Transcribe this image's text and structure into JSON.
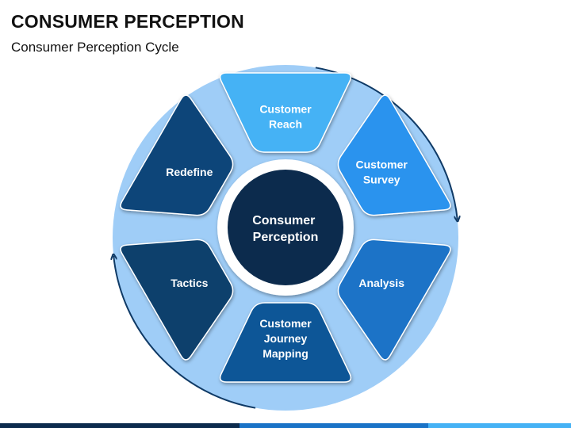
{
  "header": {
    "title": "CONSUMER PERCEPTION",
    "subtitle": "Consumer Perception Cycle"
  },
  "cycle": {
    "center": {
      "lines": [
        "Consumer",
        "Perception"
      ],
      "color": "#0c2b4d"
    },
    "ring_color": "#9fcdf7",
    "arrow_color": "#0f3a66",
    "segments": [
      {
        "id": "customer-reach",
        "lines": [
          "Customer",
          "Reach"
        ],
        "color": "#45b2f5"
      },
      {
        "id": "customer-survey",
        "lines": [
          "Customer",
          "Survey"
        ],
        "color": "#2a93ee"
      },
      {
        "id": "analysis",
        "lines": [
          "Analysis"
        ],
        "color": "#1a73c7"
      },
      {
        "id": "customer-journey-mapping",
        "lines": [
          "Customer",
          "Journey",
          "Mapping"
        ],
        "color": "#0f5697"
      },
      {
        "id": "tactics",
        "lines": [
          "Tactics"
        ],
        "color": "#0c3f6c"
      },
      {
        "id": "redefine",
        "lines": [
          "Redefine"
        ],
        "color": "#0e4479"
      }
    ]
  },
  "footer": {
    "colors": [
      "#0c2b4d",
      "#1a73c7",
      "#45b2f5"
    ]
  }
}
